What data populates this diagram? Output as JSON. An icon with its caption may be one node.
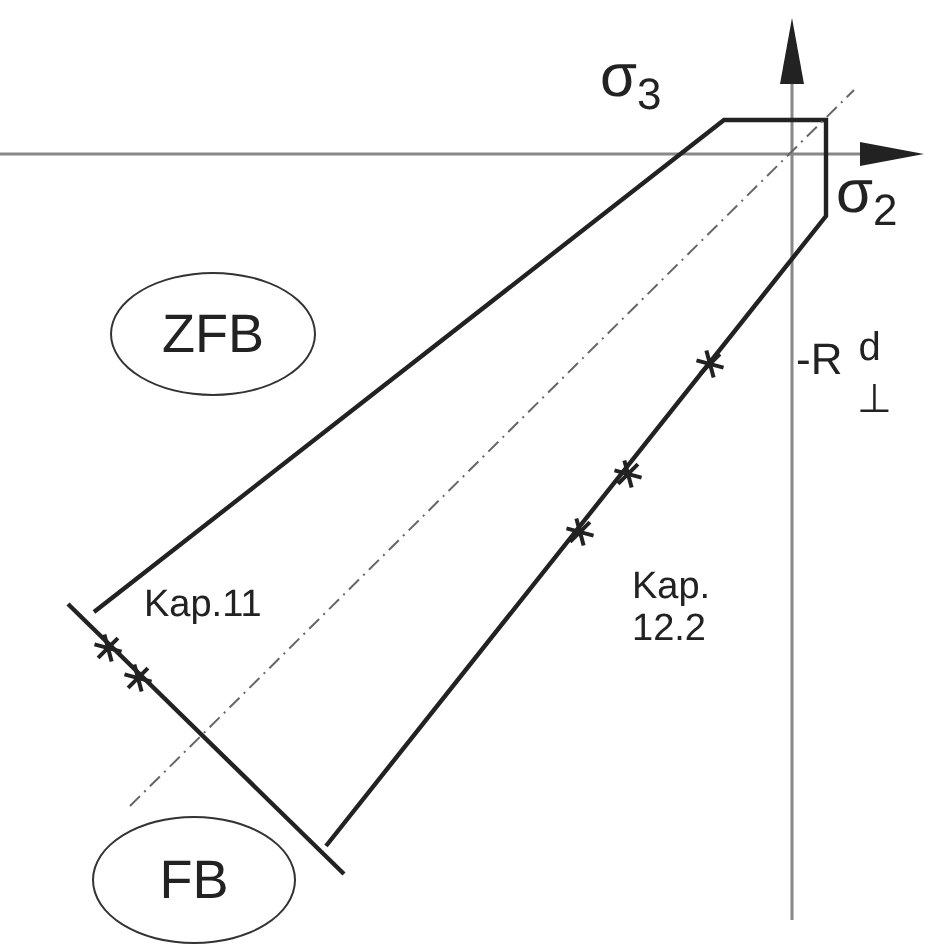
{
  "diagram": {
    "nodes": [
      {
        "text": [
          "ZFB"
        ]
      },
      {
        "text": [
          "FB"
        ]
      }
    ],
    "labels": [
      "σ$_{3}$",
      "σ$_{2}$",
      "-R$^{d}$$_{⊥}$",
      "Kap.11",
      "Kap. 12.2"
    ]
  }
}
